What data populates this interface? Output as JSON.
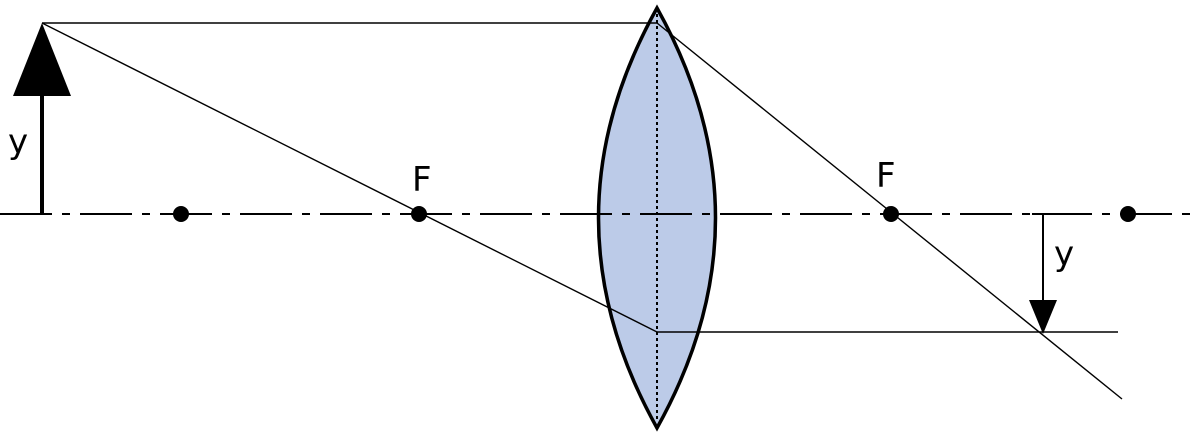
{
  "labels": {
    "object_height": "y",
    "image_height": "y",
    "focal_left": "F",
    "focal_right": "F"
  },
  "colors": {
    "lens_fill": "#bccbe8",
    "stroke": "#000000",
    "background": "#ffffff"
  }
}
